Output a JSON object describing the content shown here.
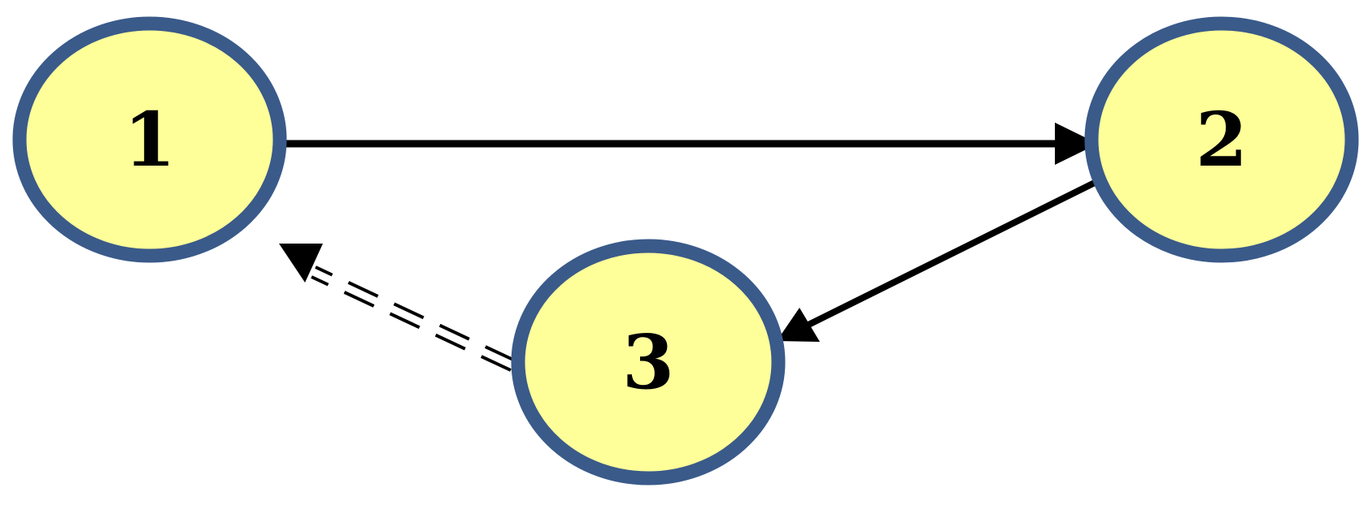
{
  "colors": {
    "node_fill": "#FFFF99",
    "node_stroke": "#3A5A8A",
    "edge": "#000000",
    "background": "#FFFFFF"
  },
  "nodes": [
    {
      "id": "n1",
      "label": "1"
    },
    {
      "id": "n2",
      "label": "2"
    },
    {
      "id": "n3",
      "label": "3"
    }
  ],
  "edges": [
    {
      "from": "1",
      "to": "2",
      "style": "solid"
    },
    {
      "from": "2",
      "to": "3",
      "style": "solid"
    },
    {
      "from": "3",
      "to": "1",
      "style": "dashed-double"
    }
  ]
}
